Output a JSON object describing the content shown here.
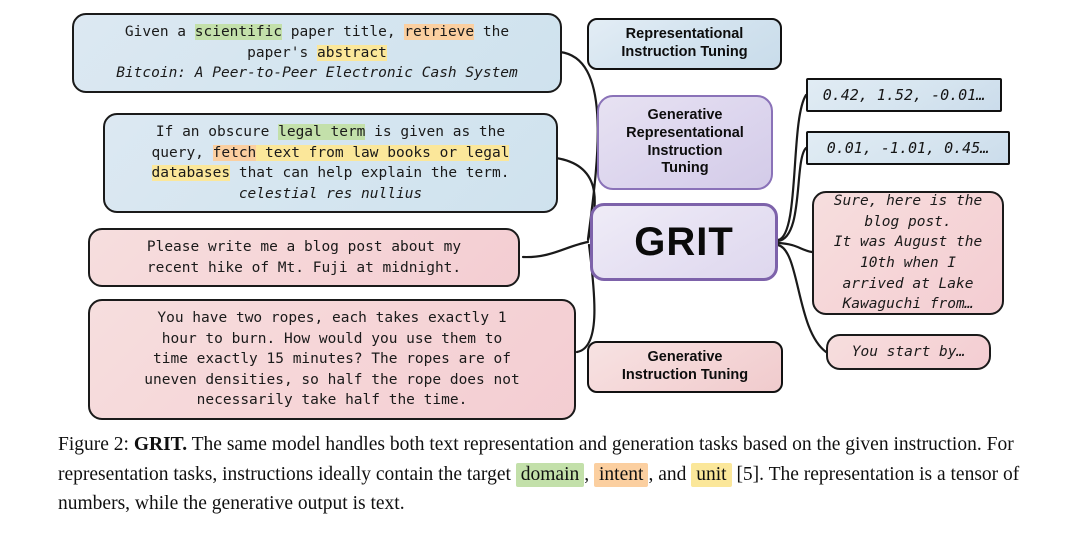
{
  "figure": {
    "title": "GRIT",
    "center_node": {
      "label": "GRIT"
    },
    "stages": [
      {
        "name": "representational-instruction-tuning",
        "lines": [
          "Representational",
          "Instruction Tuning"
        ]
      },
      {
        "name": "generative-representational-instruction-tuning",
        "lines": [
          "Generative",
          "Representational",
          "Instruction",
          "Tuning"
        ]
      },
      {
        "name": "generative-instruction-tuning",
        "lines": [
          "Generative",
          "Instruction Tuning"
        ]
      }
    ],
    "inputs": [
      {
        "name": "scientific-paper-prompt",
        "kind": "representation",
        "lines": [
          [
            {
              "t": "Given a "
            },
            {
              "t": "scientific",
              "hl": "green"
            },
            {
              "t": " paper title, "
            },
            {
              "t": "retrieve",
              "hl": "orange"
            },
            {
              "t": " the"
            }
          ],
          [
            {
              "t": "paper's "
            },
            {
              "t": "abstract",
              "hl": "yellow"
            }
          ],
          [
            {
              "t": "Bitcoin: A Peer-to-Peer Electronic Cash System",
              "italic": true
            }
          ]
        ]
      },
      {
        "name": "legal-term-prompt",
        "kind": "representation",
        "lines": [
          [
            {
              "t": "If an obscure "
            },
            {
              "t": "legal term",
              "hl": "green"
            },
            {
              "t": " is given as the"
            }
          ],
          [
            {
              "t": "query, "
            },
            {
              "t": "fetch",
              "hl": "orange"
            },
            {
              "t": " text from law books or legal",
              "hl": "yellow"
            }
          ],
          [
            {
              "t": "databases",
              "hl": "yellow"
            },
            {
              "t": " that can help explain the term."
            }
          ],
          [
            {
              "t": "celestial res nullius",
              "italic": true
            }
          ]
        ]
      },
      {
        "name": "blog-post-prompt",
        "kind": "generation",
        "lines": [
          [
            {
              "t": "Please write me a blog post about my"
            }
          ],
          [
            {
              "t": "recent hike of Mt. Fuji at midnight."
            }
          ]
        ]
      },
      {
        "name": "rope-puzzle-prompt",
        "kind": "generation",
        "lines": [
          [
            {
              "t": "You have two ropes, each takes exactly 1"
            }
          ],
          [
            {
              "t": "hour to burn. How would you use them to"
            }
          ],
          [
            {
              "t": "time exactly 15 minutes? The ropes are of"
            }
          ],
          [
            {
              "t": "uneven densities, so half the rope does not"
            }
          ],
          [
            {
              "t": "necessarily take half the time."
            }
          ]
        ]
      }
    ],
    "outputs": [
      {
        "name": "embedding-vector-1",
        "kind": "vector",
        "text": "0.42, 1.52, -0.01…"
      },
      {
        "name": "embedding-vector-2",
        "kind": "vector",
        "text": "0.01, -1.01, 0.45…"
      },
      {
        "name": "blog-post-response",
        "kind": "generation",
        "lines": [
          [
            {
              "t": "Sure, here is the",
              "italic": true
            }
          ],
          [
            {
              "t": "blog post.",
              "italic": true
            }
          ],
          [
            {
              "t": "It was August the",
              "italic": true
            }
          ],
          [
            {
              "t": "10th when I",
              "italic": true
            }
          ],
          [
            {
              "t": "arrived at Lake",
              "italic": true
            }
          ],
          [
            {
              "t": "Kawaguchi from…",
              "italic": true
            }
          ]
        ]
      },
      {
        "name": "rope-puzzle-response",
        "kind": "generation",
        "lines": [
          [
            {
              "t": "You start by…",
              "italic": true
            }
          ]
        ]
      }
    ]
  },
  "caption": {
    "prefix": "Figure 2: ",
    "bold_title": "GRIT.",
    "part1": " The same model handles both text representation and generation tasks based on the given instruction. For representation tasks, instructions ideally contain the target ",
    "hl_domain": "domain",
    "sep1": ", ",
    "hl_intent": "intent",
    "sep2": ", and ",
    "hl_unit": "unit",
    "part2": " [5]. The representation is a tensor of numbers, while the generative output is text."
  },
  "colors": {
    "highlight_green": "#c3e0aa",
    "highlight_orange": "#fbcfa0",
    "highlight_yellow": "#fbe79a",
    "bubble_blue": "#d6e6f0",
    "bubble_pink": "#f4d5d8",
    "node_purple": "#ddd6ee",
    "node_purple_border": "#7d62aa",
    "outline": "#111111"
  }
}
